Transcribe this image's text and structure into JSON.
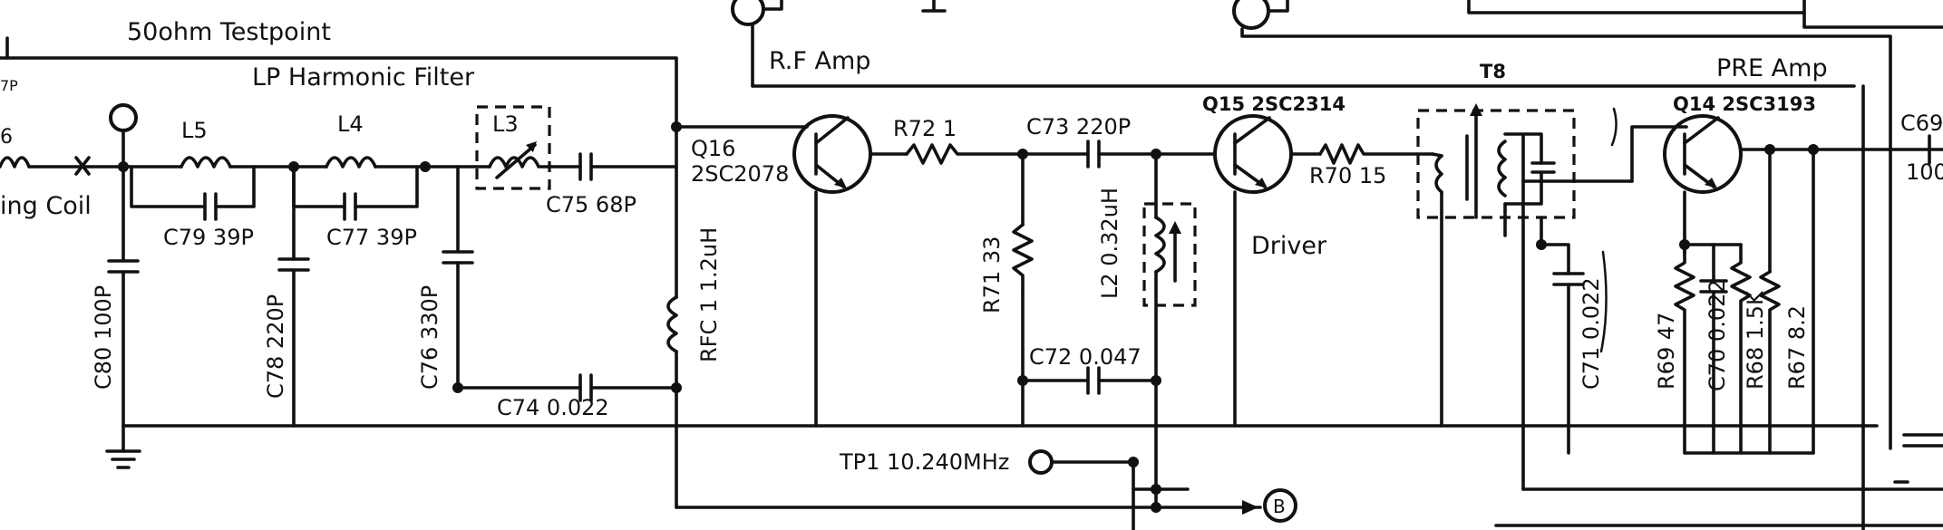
{
  "sections": {
    "testpoint": "50ohm Testpoint",
    "lp_filter": "LP Harmonic Filter",
    "rf_amp": "R.F Amp",
    "pre_amp": "PRE Amp",
    "driver": "Driver",
    "coil_fragment": "ing Coil",
    "edge_left_top": "7P",
    "edge_left_mid": "6"
  },
  "transistors": {
    "q16_id": "Q16",
    "q16_part": "2SC2078",
    "q15": "Q15  2SC2314",
    "q14": "Q14  2SC3193"
  },
  "transformer": "T8",
  "components": {
    "l5": "L5",
    "l4": "L4",
    "l3": "L3",
    "c79": "C79  39P",
    "c77": "C77  39P",
    "c75": "C75  68P",
    "c80": "C80  100P",
    "c78": "C78  220P",
    "c76": "C76  330P",
    "c74": "C74  0.022",
    "rfc1": "RFC 1  1.2uH",
    "r72": "R72  1",
    "c73": "C73  220P",
    "r71": "R71  33",
    "l2": "L2  0.32uH",
    "c72": "C72  0.047",
    "r70": "R70  15",
    "c71": "C71  0.022",
    "r69": "R69  47",
    "c70": "C70  0.022",
    "r68": "R68  1.5K",
    "r67": "R67  8.2",
    "c69_id": "C69",
    "c69_val": "100"
  },
  "testpoint_tp1": "TP1  10.240MHz",
  "connector_b": "B"
}
